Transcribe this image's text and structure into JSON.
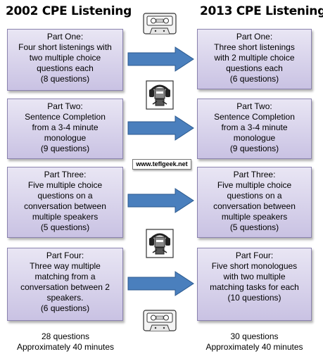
{
  "titles": {
    "left": "2002 CPE Listening",
    "right": "2013 CPE Listening"
  },
  "website": "www.teflgeek.net",
  "left_boxes": [
    "Part One:\nFour short listenings with\ntwo multiple choice\nquestions each\n(8 questions)",
    "Part Two:\nSentence Completion\nfrom a 3-4 minute\nmonologue\n(9 questions)",
    "Part Three:\nFive multiple choice\nquestions on a\nconversation between\nmultiple speakers\n(5 questions)",
    "Part Four:\nThree way multiple\nmatching from a\nconversation between 2\nspeakers.\n(6 questions)"
  ],
  "right_boxes": [
    "Part One:\nThree short listenings\nwith 2 multiple choice\nquestions each\n(6 questions)",
    "Part Two:\nSentence Completion\nfrom a 3-4 minute\nmonologue\n(9 questions)",
    "Part Three:\nFive multiple choice\nquestions on a\nconversation between\nmultiple speakers\n(5 questions)",
    "Part Four:\nFive short monologues\nwith two multiple\nmatching tasks for each\n(10 questions)"
  ],
  "footers": {
    "left": "28 questions\nApproximately 40 minutes",
    "right": "30 questions\nApproximately 40 minutes"
  },
  "colors": {
    "box_top": "#e9e6f4",
    "box_bottom": "#c9c2e3",
    "box_border": "#8a82ae",
    "arrow_fill": "#4a7fbd",
    "arrow_stroke": "#2c5a8f"
  },
  "icons": [
    "cassette-icon",
    "robot-listener-icon"
  ]
}
